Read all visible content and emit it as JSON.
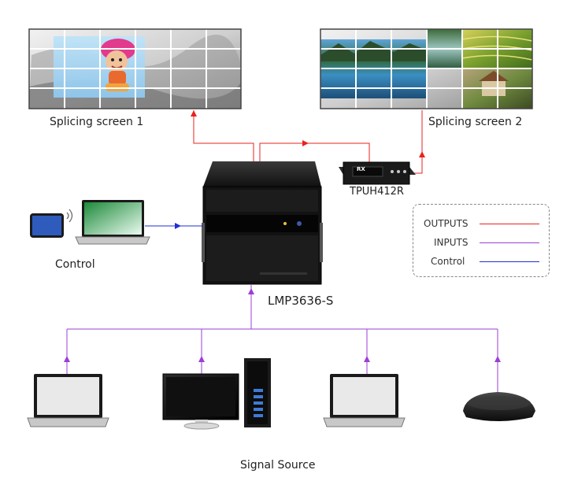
{
  "screens": {
    "screen1_label": "Splicing screen 1",
    "screen2_label": "Splicing screen 2"
  },
  "receiver": {
    "label": "TPUH412R",
    "badge": "RX"
  },
  "matrix": {
    "label": "LMP3636-S"
  },
  "control": {
    "label": "Control"
  },
  "source": {
    "label": "Signal Source"
  },
  "legend": {
    "items": [
      {
        "label": "OUTPUTS",
        "color": "#e8231f"
      },
      {
        "label": "INPUTS",
        "color": "#9b3fd6"
      },
      {
        "label": "Control",
        "color": "#1f2fd6"
      }
    ]
  },
  "colors": {
    "outputs": "#e8231f",
    "inputs": "#9b3fd6",
    "control": "#1f2fd6"
  }
}
